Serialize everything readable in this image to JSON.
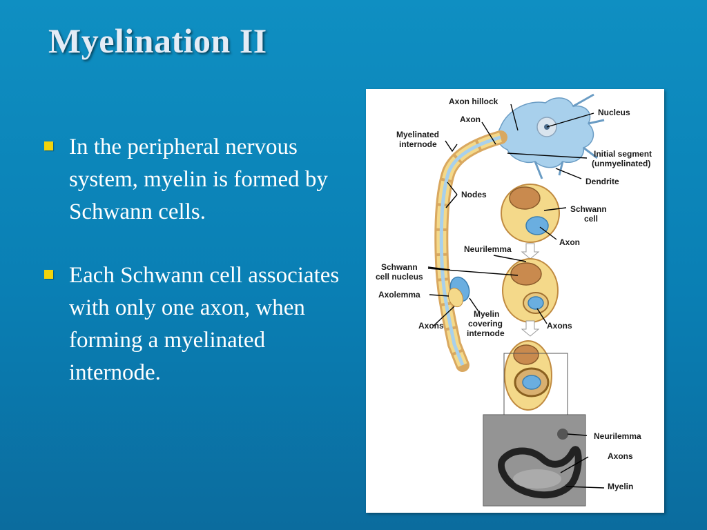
{
  "slide": {
    "title": "Myelination II",
    "bullets": [
      "In the peripheral nervous system, myelin is formed by Schwann cells.",
      "Each Schwann cell associates with only one axon, when forming a myelinated internode."
    ]
  },
  "figure": {
    "labels": {
      "axon_hillock": "Axon hillock",
      "axon_top": "Axon",
      "nucleus": "Nucleus",
      "myelinated_1": "Myelinated",
      "myelinated_2": "internode",
      "initial_1": "Initial segment",
      "initial_2": "(unmyelinated)",
      "dendrite": "Dendrite",
      "nodes": "Nodes",
      "schwann_1": "Schwann",
      "schwann_2": "cell",
      "axon_mid": "Axon",
      "neurilemma": "Neurilemma",
      "schwann_nucleus_1": "Schwann",
      "schwann_nucleus_2": "cell nucleus",
      "axolemma": "Axolemma",
      "myelin_cov_1": "Myelin",
      "myelin_cov_2": "covering",
      "myelin_cov_3": "internode",
      "axons_left": "Axons",
      "axons_right": "Axons",
      "em_neurilemma": "Neurilemma",
      "em_axons": "Axons",
      "em_myelin": "Myelin"
    }
  },
  "colors": {
    "background": "#0a7fb4",
    "title": "#e4ecf6",
    "bullet_marker": "#f2d40c",
    "cell_body": "#a8d0ec",
    "myelin": "#f4d98a",
    "schwann_nucleus": "#c98a4e",
    "axon": "#6aaee0"
  }
}
